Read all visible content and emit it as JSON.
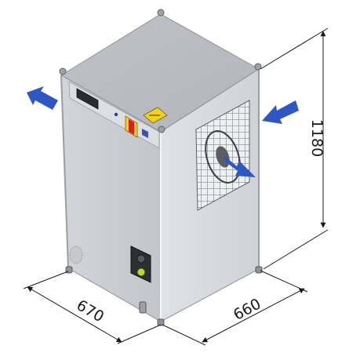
{
  "diagram": {
    "subject": "industrial-cabinet-unit",
    "dimensions": {
      "width": "670",
      "depth": "660",
      "height": "1180"
    },
    "airflow_arrow_color": "#2f57c4",
    "body_color": "#c9ccd1",
    "warning_label_color": "#f3d21c",
    "switch_color": "#d92020"
  }
}
